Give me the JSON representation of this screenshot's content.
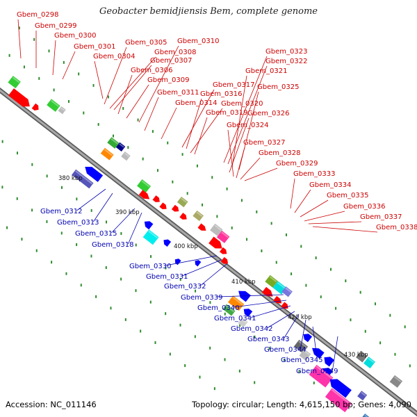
{
  "title": "Geobacter bemidjiensis Bem, complete genome",
  "footer": {
    "accession": "Accession: NC_011146",
    "topology": "Topology: circular; Length: 4,615,150 bp; Genes: 4,090"
  },
  "colors": {
    "forward_label": "#cc0000",
    "reverse_label": "#0000b0",
    "forward_gene": "#ff0000",
    "reverse_gene": "#0000ff",
    "backbone": "#8a8a8a",
    "tick": "#2e8b2e"
  },
  "scale_labels": [
    "380 kbp",
    "390 kbp",
    "400 kbp",
    "410 kbp",
    "420 kbp",
    "430 kbp"
  ],
  "forward_genes": [
    "Gbem_0298",
    "Gbem_0299",
    "Gbem_0300",
    "Gbem_0301",
    "Gbem_0304",
    "Gbem_0305",
    "Gbem_0308",
    "Gbem_0307",
    "Gbem_0306",
    "Gbem_0309",
    "Gbem_0310",
    "Gbem_0311",
    "Gbem_0314",
    "Gbem_0317",
    "Gbem_0316",
    "Gbem_0320",
    "Gbem_0319",
    "Gbem_0323",
    "Gbem_0322",
    "Gbem_0321",
    "Gbem_0325",
    "Gbem_0326",
    "Gbem_0324",
    "Gbem_0327",
    "Gbem_0328",
    "Gbem_0329",
    "Gbem_0333",
    "Gbem_0334",
    "Gbem_0335",
    "Gbem_0336",
    "Gbem_0337",
    "Gbem_0338"
  ],
  "reverse_genes": [
    "Gbem_0312",
    "Gbem_0313",
    "Gbem_0315",
    "Gbem_0318",
    "Gbem_0330",
    "Gbem_0331",
    "Gbem_0332",
    "Gbem_0339",
    "Gbem_0340",
    "Gbem_0341",
    "Gbem_0342",
    "Gbem_0343",
    "Gbem_0344",
    "Gbem_0345",
    "Gbem_0349"
  ]
}
